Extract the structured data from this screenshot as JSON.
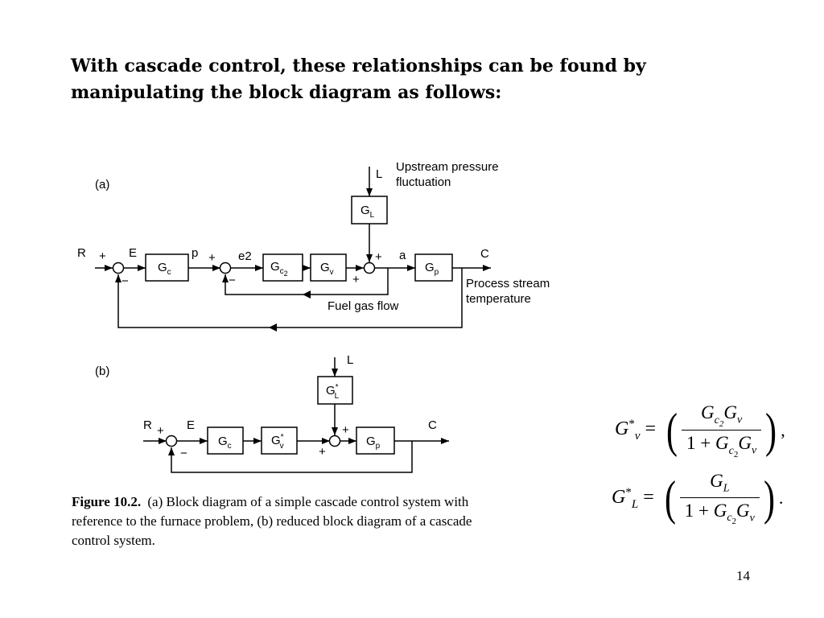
{
  "slide": {
    "title_line1": "With cascade control, these relationships can be found by",
    "title_line2": "manipulating the block diagram as follows:",
    "page_number": "14"
  },
  "figure": {
    "caption_label": "Figure 10.2.",
    "caption_line1": "(a) Block diagram of a simple cascade control system with",
    "caption_line2": "reference to the furnace problem, (b) reduced block diagram of a cascade",
    "caption_line3": "control system."
  },
  "diagram_a": {
    "panel_label": "(a)",
    "L": "L",
    "upstream_line1": "Upstream pressure",
    "upstream_line2": "fluctuation",
    "R": "R",
    "E": "E",
    "p": "p",
    "e2": "e",
    "e2_sub": "2",
    "a": "a",
    "C": "C",
    "plus": "+",
    "minus": "−",
    "block_GL": "G",
    "block_GL_sub": "L",
    "block_Gc": "G",
    "block_Gc_sub": "c",
    "block_Gc2": "G",
    "block_Gc2_sub": "c",
    "block_Gc2_subsub": "2",
    "block_Gv": "G",
    "block_Gv_sub": "v",
    "block_Gp": "G",
    "block_Gp_sub": "p",
    "process_line1": "Process stream",
    "process_line2": "temperature",
    "fuel_gas": "Fuel gas flow"
  },
  "diagram_b": {
    "panel_label": "(b)",
    "L": "L",
    "R": "R",
    "E": "E",
    "C": "C",
    "plus": "+",
    "minus": "−",
    "block_GL": "G",
    "block_GL_sup": "*",
    "block_GL_sub": "L",
    "block_Gc": "G",
    "block_Gc_sub": "c",
    "block_Gv": "G",
    "block_Gv_sup": "*",
    "block_Gv_sub": "v",
    "block_Gp": "G",
    "block_Gp_sub": "p"
  },
  "equations": {
    "eq1": {
      "lhs_base": "G",
      "lhs_sup": "*",
      "lhs_sub": "v",
      "equals": "=",
      "open": "(",
      "num_G1": "G",
      "num_sub1": "c",
      "num_subsub1": "2",
      "num_G2": "G",
      "num_sub2": "v",
      "den_one_plus": "1 + ",
      "den_G1": "G",
      "den_sub1": "c",
      "den_subsub1": "2",
      "den_G2": "G",
      "den_sub2": "v",
      "close": ")",
      "punct": ","
    },
    "eq2": {
      "lhs_base": "G",
      "lhs_sup": "*",
      "lhs_sub": "L",
      "equals": "=",
      "open": "(",
      "num_G": "G",
      "num_sub": "L",
      "den_one_plus": "1 + ",
      "den_G1": "G",
      "den_sub1": "c",
      "den_subsub1": "2",
      "den_G2": "G",
      "den_sub2": "v",
      "close": ")",
      "punct": "."
    }
  }
}
